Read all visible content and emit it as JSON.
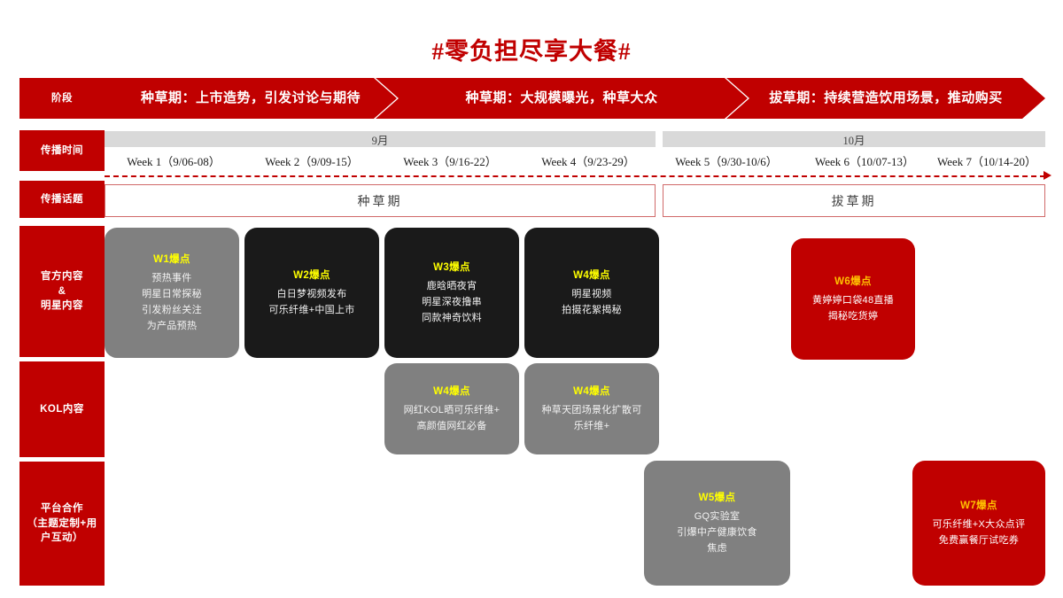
{
  "title": "#零负担尽享大餐#",
  "row_labels": {
    "phase": "阶段",
    "time": "传播时间",
    "topic": "传播话题",
    "official": "官方内容\n&\n明星内容",
    "kol": "KOL内容",
    "platform": "平台合作\n（主题定制+用\n户互动）"
  },
  "phases": [
    {
      "label": "种草期：上市造势，引发讨论与期待"
    },
    {
      "label": "种草期：大规模曝光，种草大众"
    },
    {
      "label": "拔草期：持续营造饮用场景，推动购买"
    }
  ],
  "months": [
    {
      "label": "9月"
    },
    {
      "label": "10月"
    }
  ],
  "weeks": [
    {
      "label": "Week 1（9/06-08）"
    },
    {
      "label": "Week 2（9/09-15）"
    },
    {
      "label": "Week 3（9/16-22）"
    },
    {
      "label": "Week 4（9/23-29）"
    },
    {
      "label": "Week 5（9/30-10/6）"
    },
    {
      "label": "Week 6（10/07-13）"
    },
    {
      "label": "Week 7（10/14-20）"
    }
  ],
  "topics": [
    {
      "label": "种草期"
    },
    {
      "label": "拔草期"
    }
  ],
  "official_cards": [
    {
      "head": "W1爆点",
      "lines": [
        "预热事件",
        "明星日常探秘",
        "引发粉丝关注",
        "为产品预热"
      ],
      "color": "gray"
    },
    {
      "head": "W2爆点",
      "lines": [
        "白日梦视频发布",
        "可乐纤维+中国上市"
      ],
      "color": "black"
    },
    {
      "head": "W3爆点",
      "lines": [
        "鹿晗晒夜宵",
        "明星深夜撸串",
        "同款神奇饮料"
      ],
      "color": "black"
    },
    {
      "head": "W4爆点",
      "lines": [
        "明星视频",
        "拍摄花絮揭秘"
      ],
      "color": "black"
    },
    {
      "head": "W6爆点",
      "lines": [
        "黄婷婷口袋48直播",
        "揭秘吃货婷"
      ],
      "color": "red"
    }
  ],
  "kol_cards": [
    {
      "head": "W4爆点",
      "lines": [
        "网红KOL晒可乐纤维+",
        "高颜值网红必备"
      ],
      "color": "gray"
    },
    {
      "head": "W4爆点",
      "lines": [
        "种草天团场景化扩散可",
        "乐纤维+"
      ],
      "color": "gray"
    }
  ],
  "platform_cards": [
    {
      "head": "W5爆点",
      "lines": [
        "GQ实验室",
        "引爆中产健康饮食",
        "焦虑"
      ],
      "color": "gray"
    },
    {
      "head": "W7爆点",
      "lines": [
        "可乐纤维+X大众点评",
        "免费赢餐厅试吃券"
      ],
      "color": "red"
    }
  ],
  "colors": {
    "brand_red": "#c00000",
    "card_gray": "#808080",
    "card_black": "#1a1a1a",
    "accent_yellow": "#ffff00",
    "accent_orange": "#ffc000",
    "month_bar": "#d9d9d9"
  }
}
